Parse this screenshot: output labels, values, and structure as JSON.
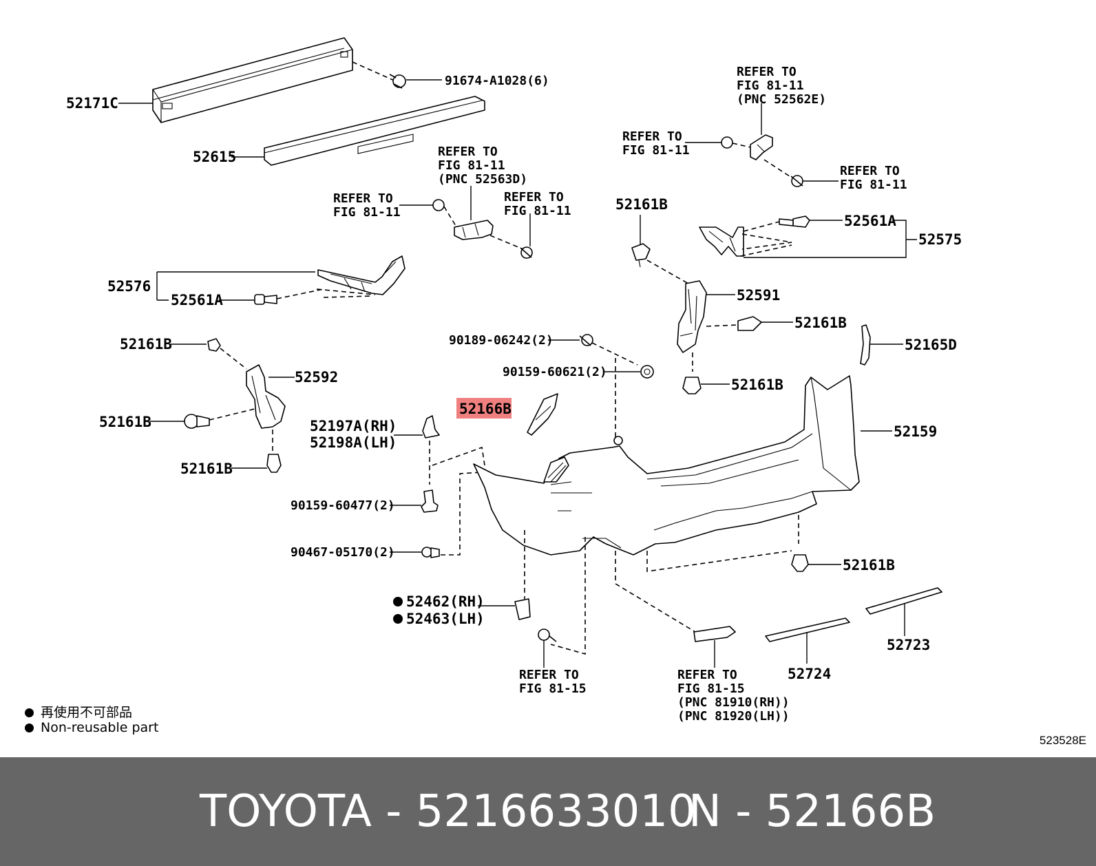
{
  "diagram": {
    "labels": {
      "p52171C": "52171C",
      "p91674": "91674-A1028(6)",
      "p52615": "52615",
      "p52576": "52576",
      "p52561A_l": "52561A",
      "p52161B_1": "52161B",
      "p52592": "52592",
      "p52161B_2": "52161B",
      "p52161B_3": "52161B",
      "p52197A": "52197A(RH)",
      "p52198A": "52198A(LH)",
      "p52166B": "52166B",
      "p90189": "90189-06242(2)",
      "p90159_621": "90159-60621(2)",
      "p90159_477": "90159-60477(2)",
      "p90467": "90467-05170(2)",
      "p52462": "52462(RH)",
      "p52463": "52463(LH)",
      "p52161B_4": "52161B",
      "p52561A_r": "52561A",
      "p52575": "52575",
      "p52591": "52591",
      "p52161B_5": "52161B",
      "p52165D": "52165D",
      "p52161B_6": "52161B",
      "p52159": "52159",
      "p52161B_7": "52161B",
      "p52723": "52723",
      "p52724": "52724"
    },
    "refs": {
      "r1_a": "REFER TO",
      "r1_b": "FIG 81-11",
      "r1_c": "(PNC 52563D)",
      "r2_a": "REFER TO",
      "r2_b": "FIG 81-11",
      "r3_a": "REFER TO",
      "r3_b": "FIG 81-11",
      "r4_a": "REFER TO",
      "r4_b": "FIG 81-11",
      "r4_c": "(PNC 52562E)",
      "r5_a": "REFER TO",
      "r5_b": "FIG 81-11",
      "r6_a": "REFER TO",
      "r6_b": "FIG 81-11",
      "r7_a": "REFER TO",
      "r7_b": "FIG 81-15",
      "r8_a": "REFER TO",
      "r8_b": "FIG 81-15",
      "r8_c": "(PNC 81910(RH))",
      "r8_d": "(PNC 81920(LH))"
    },
    "highlight_color": "#f08080"
  },
  "legend": {
    "line1": "再使用不可部品",
    "line2": "Non-reusable part"
  },
  "illustration_code": "523528E",
  "footer": {
    "brand_part": "TOYOTA - 5216633010",
    "ref_part": "N - 52166B"
  }
}
